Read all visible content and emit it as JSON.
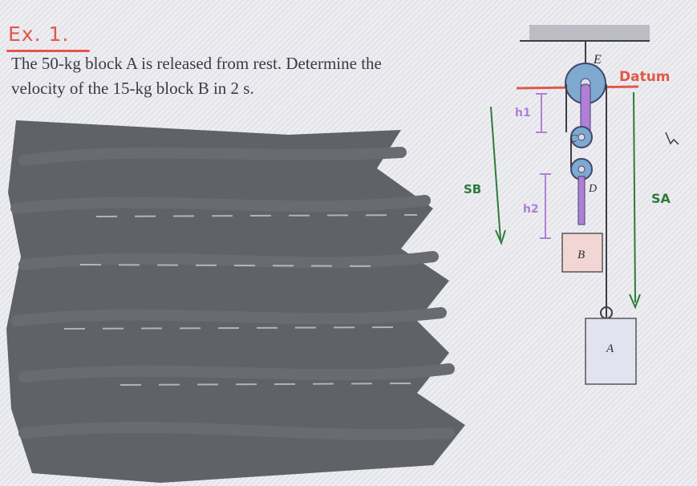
{
  "heading": {
    "text": "Ex. 1."
  },
  "problem": {
    "line1": "The 50-kg block A is released from rest. Determine the",
    "line2": "velocity of the 15-kg block B in 2 s."
  },
  "diagram": {
    "labels": {
      "E": "E",
      "C": "C",
      "D": "D",
      "B": "B",
      "A": "A"
    },
    "annotations": {
      "datum": "Datum",
      "s_a": "SA",
      "s_b": "SB",
      "h1": "h1",
      "h2": "h2"
    }
  },
  "colors": {
    "red": "#e1584a",
    "purple": "#b07fd6",
    "green": "#2f7a3a",
    "scribble": "#5f6266"
  }
}
